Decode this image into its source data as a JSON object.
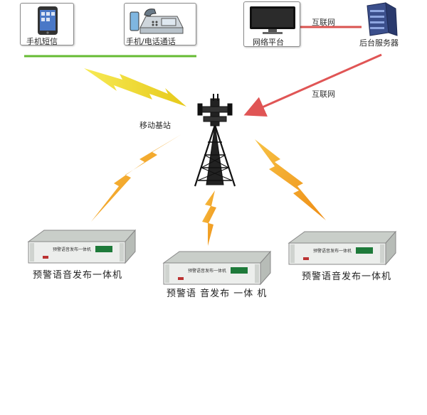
{
  "diagram": {
    "nodes": {
      "mobile_sms": {
        "label": "手机短信",
        "icon": "smartphone-icon"
      },
      "phone_call": {
        "label": "手机/电话通话",
        "icon": "desk-phone-icon"
      },
      "web_platform": {
        "label": "网络平台",
        "icon": "monitor-icon"
      },
      "backend_server": {
        "label": "后台服务器",
        "icon": "server-icon"
      },
      "base_station": {
        "label": "移动基站",
        "icon": "cell-tower-icon"
      },
      "device_left": {
        "label": "预警语音发布一体机",
        "panel_text": "预警语音发布一体机"
      },
      "device_center": {
        "label": "预警语 音发布 一体 机",
        "panel_text": "预警语音发布一体机"
      },
      "device_right": {
        "label": "预警语音发布一体机",
        "panel_text": "预警语音发布一体机"
      }
    },
    "links": {
      "web_to_server": {
        "label": "互联网",
        "color": "#d9534f"
      },
      "server_to_tower": {
        "label": "互联网",
        "color": "#e05555"
      }
    },
    "colors": {
      "divider": "#66bb33",
      "bolt_orange": "#f0a020",
      "bolt_yellow": "#f2dd2a",
      "device_body": "#d8dcd8",
      "device_face": "#eef0ee",
      "device_screen": "#1e7a3a"
    }
  }
}
